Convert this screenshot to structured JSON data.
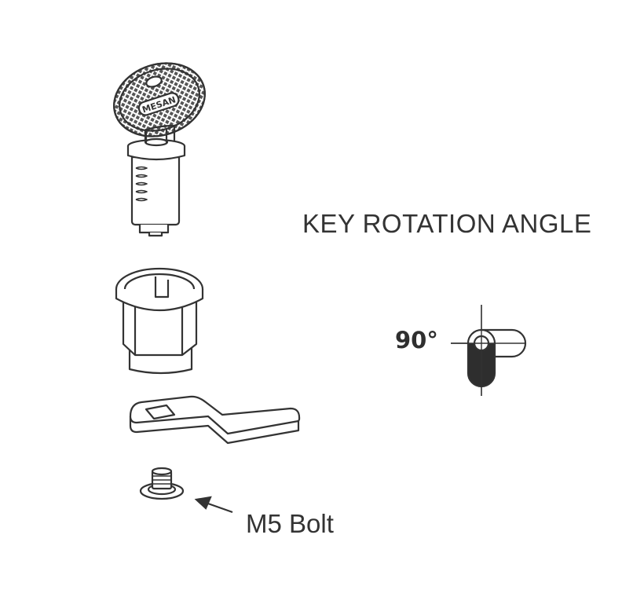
{
  "diagram": {
    "title": "KEY ROTATION ANGLE",
    "rotation_angle": "90°",
    "bolt_label": "M5 Bolt",
    "key_brand": "MESAN"
  },
  "colors": {
    "line": "#333333",
    "fill_dark": "#2e2e2e",
    "background": "#ffffff"
  },
  "parts": [
    {
      "name": "key-icon"
    },
    {
      "name": "lock-cylinder-icon"
    },
    {
      "name": "hex-nut-housing-icon"
    },
    {
      "name": "cam-plate-icon"
    },
    {
      "name": "m5-bolt-icon"
    },
    {
      "name": "rotation-angle-icon"
    },
    {
      "name": "pointer-arrow-icon"
    }
  ]
}
